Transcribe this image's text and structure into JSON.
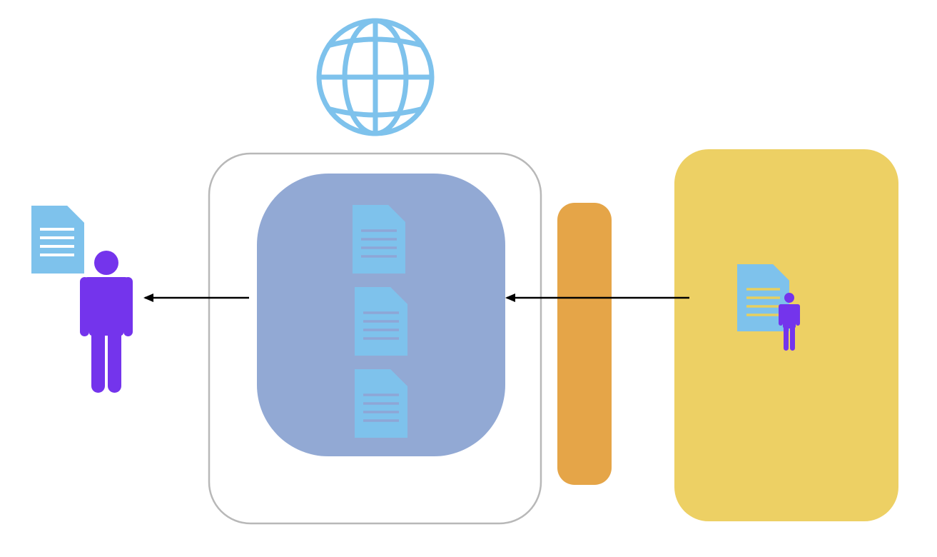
{
  "colors": {
    "background": "#ffffff",
    "server_border": "#b8b8b8",
    "store_fill": "#92a9d4",
    "firewall_fill": "#e5a548",
    "external_fill": "#edd064",
    "document_light": "#7ec2ec",
    "document_line_store": "#8ea6d6",
    "document_line_external": "#e6cf60",
    "person": "#7434ec",
    "globe": "#7ec2ec",
    "arrow": "#000000"
  },
  "icons": {
    "internet": "globe-icon",
    "document": "document-icon",
    "user": "person-icon"
  },
  "nodes": [
    {
      "id": "internet",
      "icon": "globe-icon"
    },
    {
      "id": "server",
      "shape": "rounded-rectangle-outline"
    },
    {
      "id": "document-store",
      "shape": "rounded-rectangle",
      "contains": [
        "document-icon",
        "document-icon",
        "document-icon"
      ]
    },
    {
      "id": "firewall",
      "shape": "rounded-bar"
    },
    {
      "id": "external-zone",
      "shape": "rounded-rectangle",
      "contains": [
        "document-icon",
        "person-icon"
      ]
    },
    {
      "id": "end-user",
      "icons": [
        "document-icon",
        "person-icon"
      ]
    }
  ],
  "edges": [
    {
      "from": "external-zone",
      "to": "document-store",
      "arrow": "end"
    },
    {
      "from": "server",
      "to": "end-user",
      "arrow": "end"
    }
  ]
}
